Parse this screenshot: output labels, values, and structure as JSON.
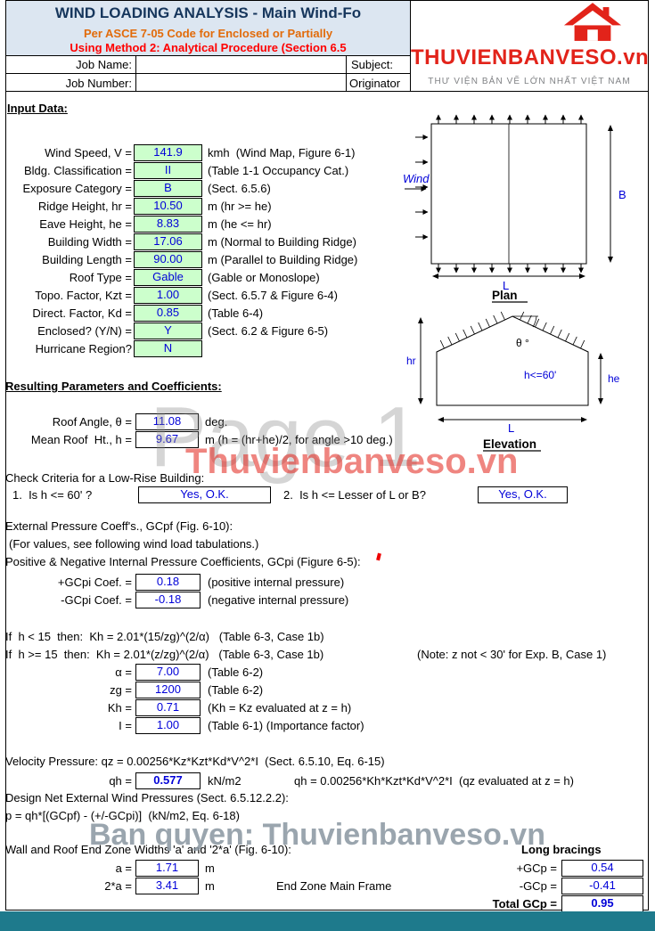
{
  "header": {
    "title1": "WIND LOADING ANALYSIS - Main Wind-Fo",
    "title2": "Per ASCE 7-05 Code for Enclosed or Partially",
    "title3": "Using Method 2: Analytical Procedure (Section 6.5",
    "job_name_label": "Job Name:",
    "subject_label": "Subject:",
    "job_number_label": "Job Number:",
    "originator_label": "Originator"
  },
  "logo": {
    "brand": "THUVIENBANVESO.vn",
    "tagline": "THƯ VIỆN BẢN VẼ LỚN NHẤT VIỆT NAM"
  },
  "colors": {
    "input_bg": "#ccffcc",
    "value_text": "#0000d8",
    "title_navy": "#16365c",
    "subtitle_orange": "#e26b0a",
    "subtitle_red": "#ff0000",
    "brand_red": "#e2231a",
    "footer_teal": "#1e7a8c"
  },
  "input_section": {
    "heading": "Input Data:",
    "rows": [
      {
        "label": "Wind Speed, V =",
        "value": "141.9",
        "note": "kmh  (Wind Map, Figure 6-1)"
      },
      {
        "label": "Bldg. Classification =",
        "value": "II",
        "note": "(Table 1-1 Occupancy Cat.)"
      },
      {
        "label": "Exposure Category =",
        "value": "B",
        "note": "(Sect. 6.5.6)"
      },
      {
        "label": "Ridge Height, hr =",
        "value": "10.50",
        "note": "m (hr >= he)"
      },
      {
        "label": "Eave Height, he =",
        "value": "8.83",
        "note": "m (he <= hr)"
      },
      {
        "label": "Building Width =",
        "value": "17.06",
        "note": "m (Normal to Building Ridge)"
      },
      {
        "label": "Building Length =",
        "value": "90.00",
        "note": "m (Parallel to Building Ridge)"
      },
      {
        "label": "Roof Type =",
        "value": "Gable",
        "note": "(Gable or Monoslope)"
      },
      {
        "label": "Topo. Factor, Kzt =",
        "value": "1.00",
        "note": "(Sect. 6.5.7 & Figure 6-4)"
      },
      {
        "label": "Direct. Factor, Kd =",
        "value": "0.85",
        "note": "(Table 6-4)"
      },
      {
        "label": "Enclosed? (Y/N) =",
        "value": "Y",
        "note": "(Sect. 6.2 & Figure 6-5)"
      },
      {
        "label": "Hurricane Region?",
        "value": "N",
        "note": ""
      }
    ]
  },
  "plan_diagram": {
    "wind_label": "Wind",
    "b_label": "B",
    "l_label": "L",
    "caption": "Plan"
  },
  "elevation_diagram": {
    "hr_label": "hr",
    "theta_label": "θ °",
    "height_note": "h<=60'",
    "he_label": "he",
    "l_label": "L",
    "caption": "Elevation"
  },
  "results_section": {
    "heading": "Resulting Parameters and Coefficients:",
    "rows": [
      {
        "label": "Roof Angle, θ =",
        "value": "11.08",
        "note": "deg."
      },
      {
        "label": "Mean Roof  Ht., h =",
        "value": "9.67",
        "note": "m (h = (hr+he)/2, for angle >10 deg.)"
      }
    ]
  },
  "check_section": {
    "heading": "Check Criteria for a Low-Rise Building:",
    "item1_label": "1.  Is h <= 60' ?",
    "item1_result": "Yes, O.K.",
    "item2_label": "2.  Is h <= Lesser of L or B?",
    "item2_result": "Yes, O.K."
  },
  "gcpi_section": {
    "line1": "External Pressure Coeff's., GCpf (Fig. 6-10):",
    "line2": "(For values, see following wind load tabulations.)",
    "line3": "Positive & Negative Internal Pressure Coefficients, GCpi (Figure 6-5):",
    "rows": [
      {
        "label": "+GCpi Coef. =",
        "value": "0.18",
        "note": "(positive internal pressure)"
      },
      {
        "label": "-GCpi Coef. =",
        "value": "-0.18",
        "note": "(negative internal pressure)"
      }
    ]
  },
  "kh_section": {
    "line1": "If  h < 15  then:  Kh = 2.01*(15/zg)^(2/α)   (Table 6-3, Case 1b)",
    "line2": "If  h >= 15  then:  Kh = 2.01*(z/zg)^(2/α)   (Table 6-3, Case 1b)",
    "line2_note": "(Note: z not < 30' for Exp. B, Case 1)",
    "rows": [
      {
        "label": "α =",
        "value": "7.00",
        "note": "(Table 6-2)"
      },
      {
        "label": "zg =",
        "value": "1200",
        "note": "(Table 6-2)"
      },
      {
        "label": "Kh =",
        "value": "0.71",
        "note": "(Kh = Kz evaluated at z = h)"
      },
      {
        "label": "I =",
        "value": "1.00",
        "note": "(Table 6-1) (Importance factor)"
      }
    ]
  },
  "velocity_section": {
    "line1": "Velocity Pressure: qz = 0.00256*Kz*Kzt*Kd*V^2*I  (Sect. 6.5.10, Eq. 6-15)",
    "qh_label": "qh =",
    "qh_value": "0.577",
    "qh_unit": "kN/m2",
    "qh_note": "qh = 0.00256*Kh*Kzt*Kd*V^2*I  (qz evaluated at z = h)"
  },
  "design_section": {
    "line1": "Design Net External Wind Pressures (Sect. 6.5.12.2.2):",
    "line2": "p = qh*[(GCpf) - (+/-GCpi)]  (kN/m2, Eq. 6-18)"
  },
  "endzone_section": {
    "heading": "Wall and Roof End Zone Widths 'a' and '2*a' (Fig. 6-10):",
    "rows": [
      {
        "label": "a =",
        "value": "1.71",
        "note": "m"
      },
      {
        "label": "2*a =",
        "value": "3.41",
        "note": "m"
      }
    ],
    "frame_note": "End Zone Main Frame"
  },
  "bracing_section": {
    "heading": "Long bracings",
    "rows": [
      {
        "label": "+GCp =",
        "value": "0.54"
      },
      {
        "label": "-GCp =",
        "value": "-0.41"
      },
      {
        "label": "Total GCp =",
        "value": "0.95"
      }
    ]
  },
  "watermarks": {
    "page": "Page 1",
    "brand": "Thuvienbanveso.vn",
    "copyright": "Ban quyen: Thuvienbanveso.vn"
  }
}
